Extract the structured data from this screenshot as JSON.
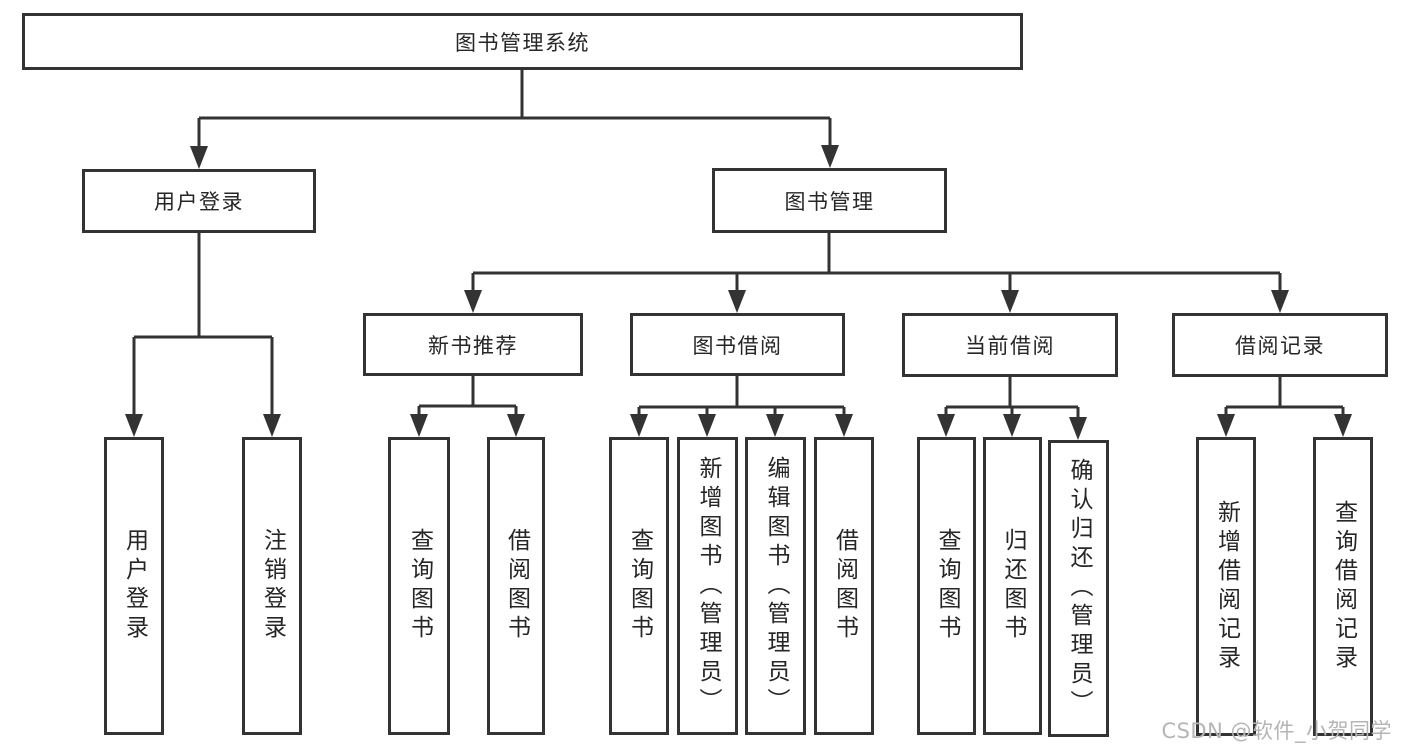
{
  "colors": {
    "line": "#333333",
    "text": "#262626",
    "watermark": "#b5b5b5",
    "background": "#ffffff"
  },
  "nodes": {
    "root": {
      "label": "图书管理系统"
    },
    "branches": [
      {
        "label": "用户登录"
      },
      {
        "label": "图书管理"
      }
    ],
    "modules": [
      {
        "label": "新书推荐"
      },
      {
        "label": "图书借阅"
      },
      {
        "label": "当前借阅"
      },
      {
        "label": "借阅记录"
      }
    ],
    "leaves": [
      {
        "label": "用户登录"
      },
      {
        "label": "注销登录"
      },
      {
        "label": "查询图书"
      },
      {
        "label": "借阅图书"
      },
      {
        "label": "查询图书"
      },
      {
        "label": "新增图书（管理员）"
      },
      {
        "label": "编辑图书（管理员）"
      },
      {
        "label": "借阅图书"
      },
      {
        "label": "查询图书"
      },
      {
        "label": "归还图书"
      },
      {
        "label": "确认归还（管理员）"
      },
      {
        "label": "新增借阅记录"
      },
      {
        "label": "查询借阅记录"
      }
    ]
  },
  "watermark": {
    "text": "CSDN @软件_小贺同学"
  }
}
